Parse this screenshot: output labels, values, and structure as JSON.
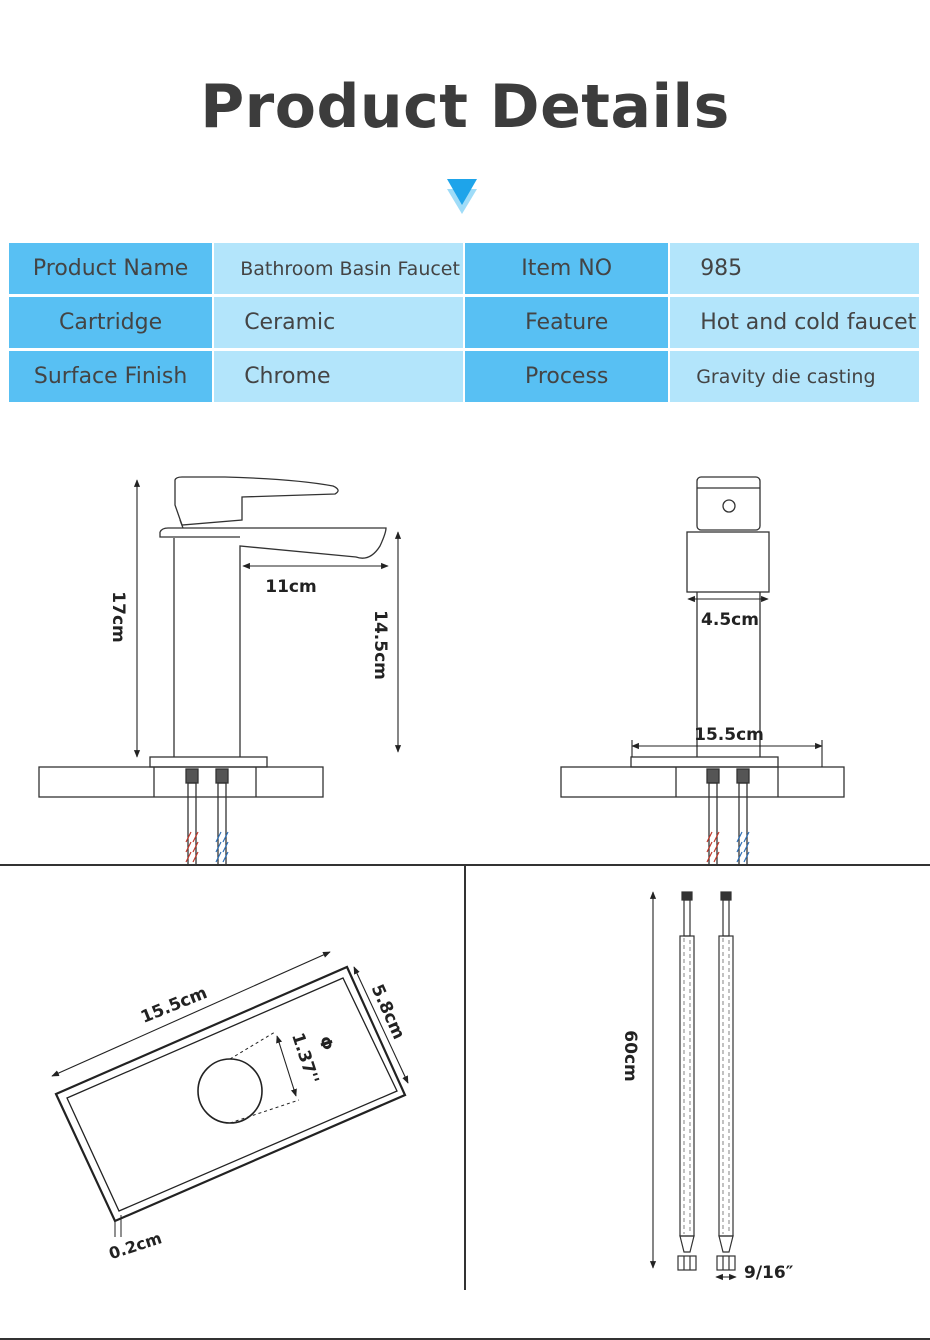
{
  "header": {
    "title": "Product Details"
  },
  "specs": [
    {
      "label": "Product Name",
      "value": "Bathroom Basin Faucet"
    },
    {
      "label": "Item NO",
      "value": "985"
    },
    {
      "label": "Cartridge",
      "value": "Ceramic"
    },
    {
      "label": "Feature",
      "value": "Hot and cold faucet"
    },
    {
      "label": "Surface Finish",
      "value": "Chrome"
    },
    {
      "label": "Process",
      "value": "Gravity die casting"
    }
  ],
  "dimensions": {
    "height_total": "17cm",
    "spout_reach": "11cm",
    "spout_height": "14.5cm",
    "body_width": "4.5cm",
    "plate_length_front": "15.5cm",
    "plate_length": "15.5cm",
    "plate_width": "5.8cm",
    "hole_diameter": "1.37''",
    "diameter_symbol": "Φ",
    "plate_thickness": "0.2cm",
    "hose_length": "60cm",
    "hose_thread": "9/16″"
  },
  "colors": {
    "label_bg": "#58c0f3",
    "value_bg": "#b3e5fb",
    "arrow": "#1ea4ea",
    "hot": "#c0392b",
    "cold": "#2e6fb5"
  }
}
